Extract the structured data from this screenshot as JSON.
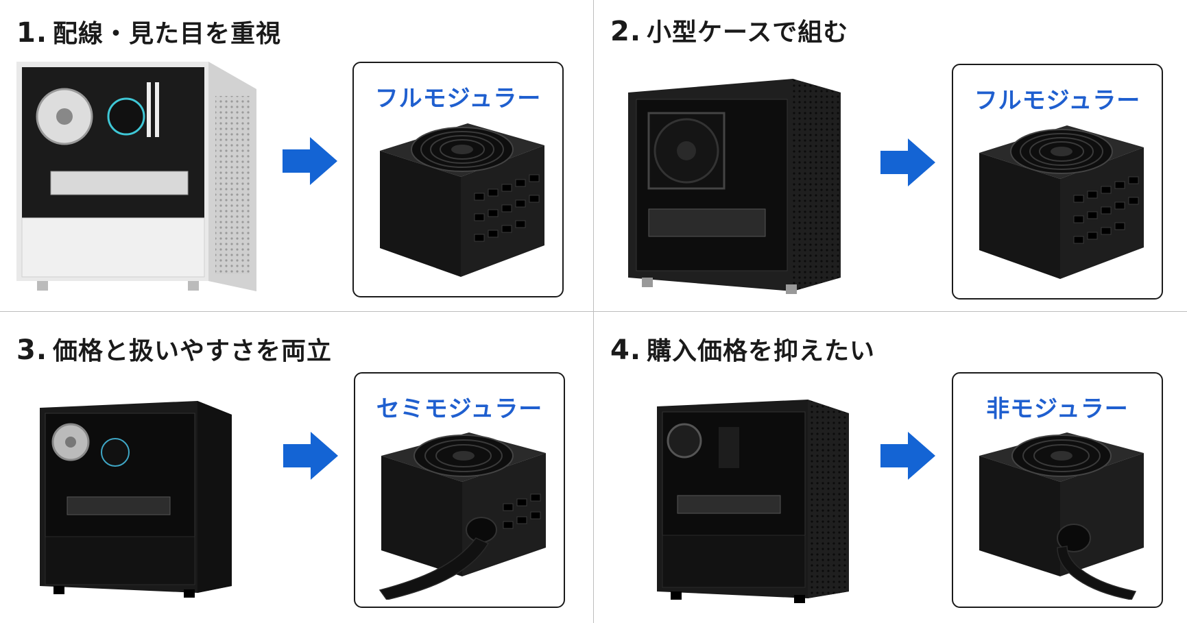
{
  "colors": {
    "accent_blue": "#1f5fcf",
    "arrow_blue": "#1464d4",
    "divider": "#bdbdbd",
    "text": "#1a1a1a"
  },
  "quadrants": [
    {
      "number": "1.",
      "title": "配線・見た目を重視",
      "psu_label": "フルモジュラー",
      "pc_icon": "white-pc-case-icon",
      "psu_icon": "full-modular-psu-icon"
    },
    {
      "number": "2.",
      "title": "小型ケースで組む",
      "psu_label": "フルモジュラー",
      "pc_icon": "small-cube-pc-case-icon",
      "psu_icon": "full-modular-psu-icon"
    },
    {
      "number": "3.",
      "title": "価格と扱いやすさを両立",
      "psu_label": "セミモジュラー",
      "pc_icon": "black-pc-case-icon",
      "psu_icon": "semi-modular-psu-icon"
    },
    {
      "number": "4.",
      "title": "購入価格を抑えたい",
      "psu_label": "非モジュラー",
      "pc_icon": "black-pc-case-icon",
      "psu_icon": "non-modular-psu-icon"
    }
  ]
}
